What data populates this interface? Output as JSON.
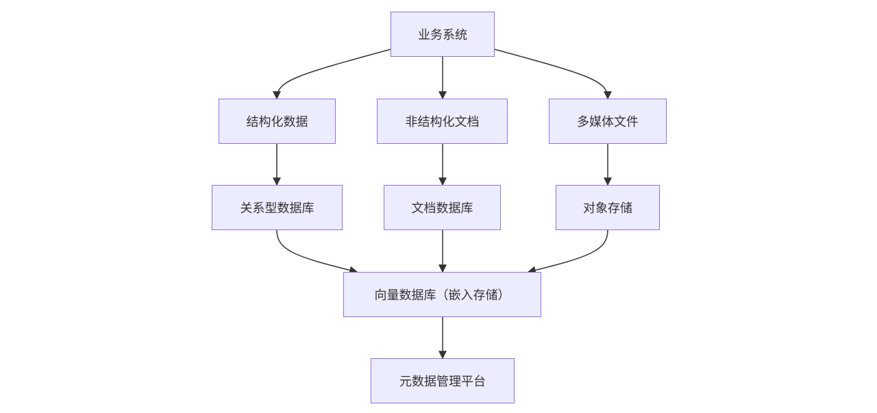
{
  "nodes": {
    "business": "业务系统",
    "structured": "结构化数据",
    "unstructured": "非结构化文档",
    "multimedia": "多媒体文件",
    "relational_db": "关系型数据库",
    "document_db": "文档数据库",
    "object_storage": "对象存储",
    "vector_db": "向量数据库（嵌入存储）",
    "metadata_platform": "元数据管理平台"
  },
  "edges": [
    {
      "from": "business",
      "to": "structured"
    },
    {
      "from": "business",
      "to": "unstructured"
    },
    {
      "from": "business",
      "to": "multimedia"
    },
    {
      "from": "structured",
      "to": "relational_db"
    },
    {
      "from": "unstructured",
      "to": "document_db"
    },
    {
      "from": "multimedia",
      "to": "object_storage"
    },
    {
      "from": "relational_db",
      "to": "vector_db"
    },
    {
      "from": "document_db",
      "to": "vector_db"
    },
    {
      "from": "object_storage",
      "to": "vector_db"
    },
    {
      "from": "vector_db",
      "to": "metadata_platform"
    }
  ],
  "colors": {
    "node_fill": "#ECECFF",
    "node_stroke": "#9370DB",
    "edge": "#333333",
    "text": "#333333"
  }
}
